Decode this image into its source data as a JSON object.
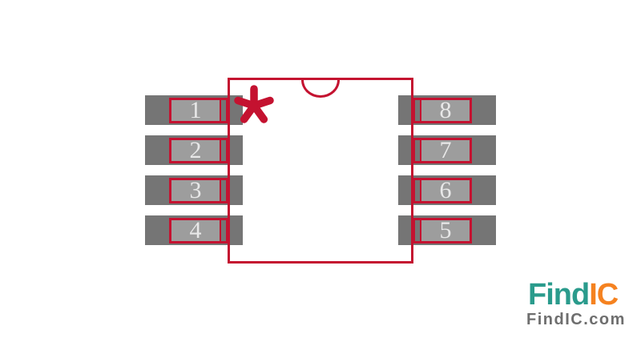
{
  "diagram": {
    "type": "ic-footprint-8pin",
    "pin1_marker": "*",
    "pins": [
      {
        "number": "1",
        "side": "left",
        "row": 1
      },
      {
        "number": "2",
        "side": "left",
        "row": 2
      },
      {
        "number": "3",
        "side": "left",
        "row": 3
      },
      {
        "number": "4",
        "side": "left",
        "row": 4
      },
      {
        "number": "8",
        "side": "right",
        "row": 1
      },
      {
        "number": "7",
        "side": "right",
        "row": 2
      },
      {
        "number": "6",
        "side": "right",
        "row": 3
      },
      {
        "number": "5",
        "side": "right",
        "row": 4
      }
    ],
    "colors": {
      "outline_red": "#c41230",
      "pad_dark_gray": "#757575",
      "pad_light_gray": "#9d9d9d",
      "pin_number_text": "#e8e8e8"
    }
  },
  "branding": {
    "logo_primary": "Find",
    "logo_secondary": "IC",
    "tagline": "FindIC.com",
    "logo_primary_color": "#2a9b8c",
    "logo_secondary_color": "#f58220",
    "tagline_color": "#6e6e6e"
  }
}
